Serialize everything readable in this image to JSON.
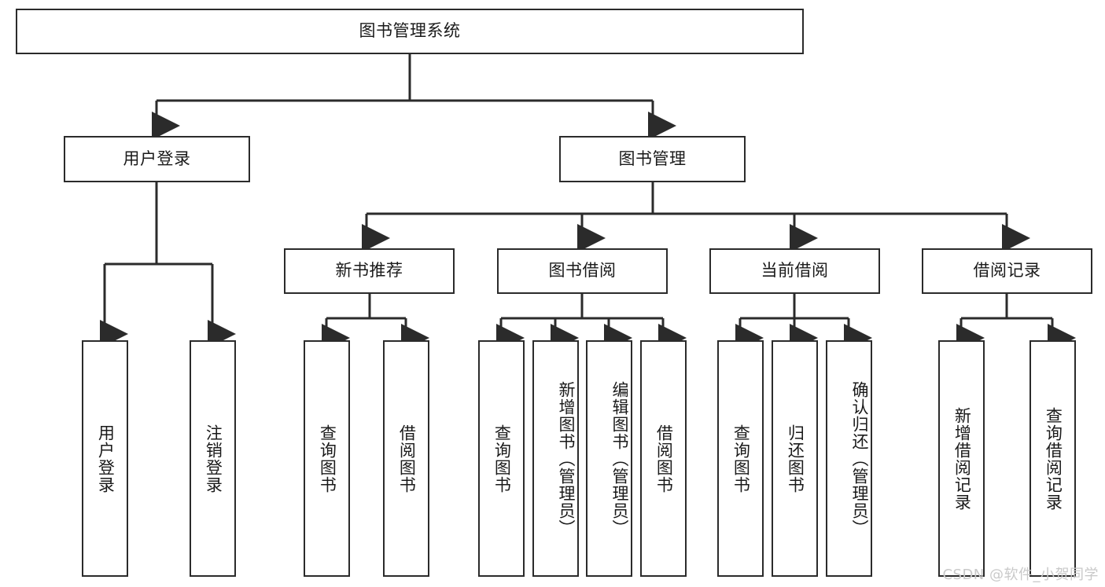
{
  "diagram": {
    "type": "tree-hierarchy",
    "title": "图书管理系统",
    "root": {
      "label": "图书管理系统"
    },
    "level2": [
      {
        "key": "user-login",
        "label": "用户登录"
      },
      {
        "key": "book-manage",
        "label": "图书管理"
      }
    ],
    "level3": [
      {
        "key": "new-book-recommend",
        "label": "新书推荐"
      },
      {
        "key": "book-borrow",
        "label": "图书借阅"
      },
      {
        "key": "current-borrow",
        "label": "当前借阅"
      },
      {
        "key": "borrow-record",
        "label": "借阅记录"
      }
    ],
    "leaves": {
      "user_login": [
        {
          "key": "leaf-user-login",
          "label": "用户登录"
        },
        {
          "key": "leaf-logout-login",
          "label": "注销登录"
        }
      ],
      "new_book_recommend": [
        {
          "key": "leaf-query-book-1",
          "label": "查询图书"
        },
        {
          "key": "leaf-borrow-book-1",
          "label": "借阅图书"
        }
      ],
      "book_borrow": [
        {
          "key": "leaf-query-book-2",
          "label": "查询图书"
        },
        {
          "key": "leaf-add-book-admin",
          "label": "新增图书（管理员）"
        },
        {
          "key": "leaf-edit-book-admin",
          "label": "编辑图书（管理员）"
        },
        {
          "key": "leaf-borrow-book-2",
          "label": "借阅图书"
        }
      ],
      "current_borrow": [
        {
          "key": "leaf-query-book-3",
          "label": "查询图书"
        },
        {
          "key": "leaf-return-book",
          "label": "归还图书"
        },
        {
          "key": "leaf-confirm-return-admin",
          "label": "确认归还（管理员）"
        }
      ],
      "borrow_record": [
        {
          "key": "leaf-add-borrow-record",
          "label": "新增借阅记录"
        },
        {
          "key": "leaf-query-borrow-record",
          "label": "查询借阅记录"
        }
      ]
    },
    "colors": {
      "stroke": "#2b2b2b",
      "fill": "#ffffff",
      "text": "#1a1a1a",
      "watermark": "#c9c9c9"
    }
  },
  "watermark": {
    "text": "CSDN @软件_小贺同学"
  }
}
